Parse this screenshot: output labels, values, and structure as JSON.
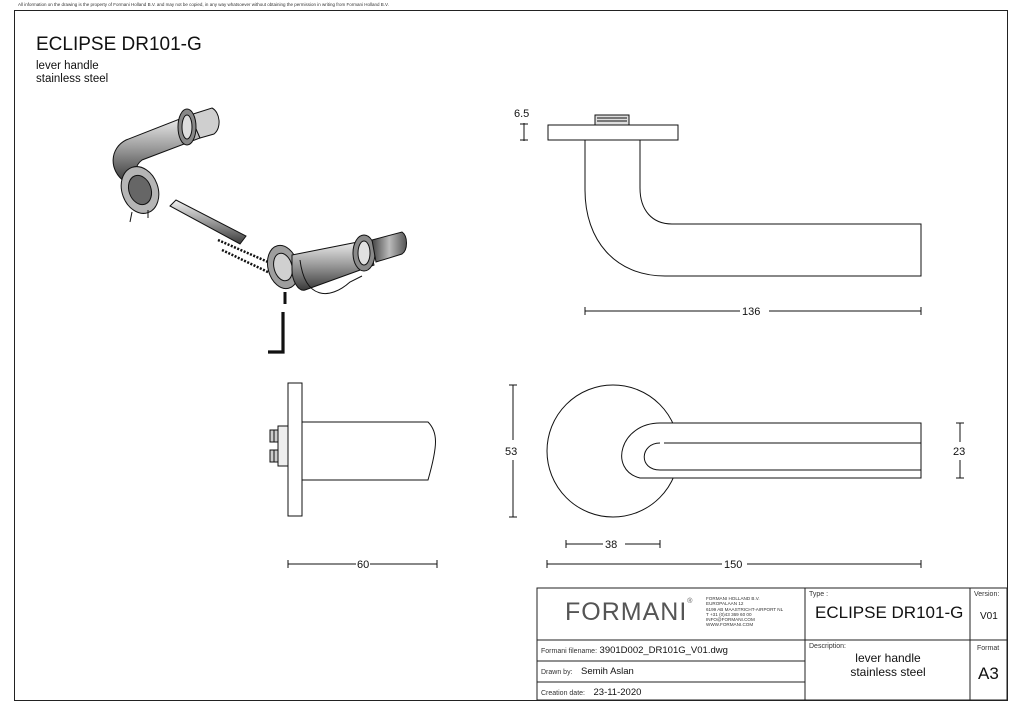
{
  "disclaimer": "All information on the drawing is the property of Formani Holland B.V. and may not be copied, in any way whatsoever without obtaining the permission in writing from Formani Holland B.V.",
  "header": {
    "title": "ECLIPSE DR101-G",
    "subtitle_line1": "lever handle",
    "subtitle_line2": "stainless steel"
  },
  "dimensions": {
    "rose_thickness": "6.5",
    "lever_length": "136",
    "side_projection": "60",
    "rose_diameter": "53",
    "rose_offset": "38",
    "overall_length": "150",
    "lever_height": "23"
  },
  "title_block": {
    "logo": "FORMANI",
    "logo_mark": "®",
    "address": [
      "FORMANI HOLLAND B.V.",
      "EUROPALAAN 12",
      "6199 AB MAASTRICHT-AIRPORT NL",
      "T +31 (0)43 369 60 00",
      "INFO@FORMANI.COM",
      "WWW.FORMANI.COM"
    ],
    "type_label": "Type :",
    "type_value": "ECLIPSE DR101-G",
    "version_label": "Version:",
    "version_value": "V01",
    "filename_label": "Formani filename:",
    "filename_value": "3901D002_DR101G_V01.dwg",
    "drawn_label": "Drawn by:",
    "drawn_value": "Semih Aslan",
    "date_label": "Creation date:",
    "date_value": "23-11-2020",
    "description_label": "Description:",
    "description_line1": "lever handle",
    "description_line2": "stainless steel",
    "format_label": "Format",
    "format_value": "A3"
  }
}
